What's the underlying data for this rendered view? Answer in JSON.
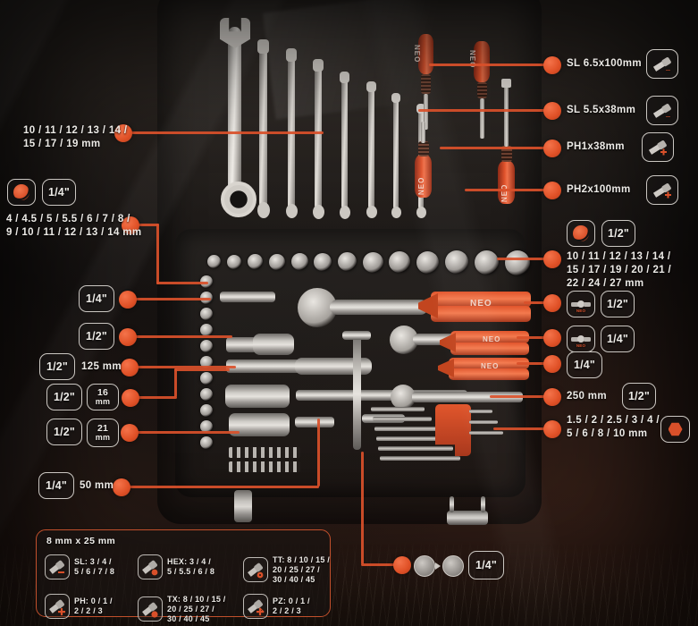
{
  "product": {
    "brand": "NEO",
    "accent_color": "#d9502a",
    "text_color": "#eceae6",
    "background_color": "#171412"
  },
  "callouts_left": [
    {
      "id": "combination-wrenches",
      "text_lines": [
        "10 / 11 / 12 / 13 / 14 /",
        "15 / 17 / 19 mm"
      ],
      "icons": []
    },
    {
      "id": "sockets-quarter-inch",
      "text_lines": [
        "4 / 4.5 / 5 / 5.5 / 6 / 7 / 8 /",
        "9 / 10 / 11 / 12 / 13 / 14 mm"
      ],
      "icons": [
        "socket",
        "1/4\""
      ]
    },
    {
      "id": "ratchet-quarter",
      "text_lines": [],
      "icons": [
        "1/4\""
      ]
    },
    {
      "id": "ratchet-half",
      "text_lines": [],
      "icons": [
        "1/2\""
      ]
    },
    {
      "id": "extension-125",
      "text_lines": [
        "125 mm"
      ],
      "icons": [
        "1/2\""
      ]
    },
    {
      "id": "spark-plug-socket-16",
      "text_lines": [],
      "icons": [
        "1/2\"",
        "16 mm"
      ]
    },
    {
      "id": "spark-plug-socket-21",
      "text_lines": [],
      "icons": [
        "1/2\"",
        "21 mm"
      ]
    },
    {
      "id": "extension-50",
      "text_lines": [
        "50 mm"
      ],
      "icons": [
        "1/4\""
      ]
    }
  ],
  "callouts_right": [
    {
      "id": "screwdriver-sl-65",
      "text": "SL 6.5x100mm",
      "icon": "slotted-screwdriver-icon"
    },
    {
      "id": "screwdriver-sl-55",
      "text": "SL 5.5x38mm",
      "icon": "slotted-screwdriver-icon"
    },
    {
      "id": "screwdriver-ph1",
      "text": "PH1x38mm",
      "icon": "phillips-screwdriver-icon"
    },
    {
      "id": "screwdriver-ph2",
      "text": "PH2x100mm",
      "icon": "phillips-screwdriver-icon"
    }
  ],
  "callouts_right_lower": [
    {
      "id": "sockets-half-inch",
      "text_lines": [
        "10 / 11 / 12 / 13 / 14 /",
        "15 / 17 / 19 / 20 / 21 /",
        "22 / 24 / 27 mm"
      ],
      "icons": [
        "socket",
        "1/2\""
      ]
    },
    {
      "id": "flex-handle-half",
      "text_lines": [],
      "icons": [
        "flex-joint",
        "1/2\""
      ]
    },
    {
      "id": "flex-handle-quarter",
      "text_lines": [],
      "icons": [
        "flex-joint",
        "1/4\""
      ]
    },
    {
      "id": "accessory-quarter",
      "text_lines": [],
      "icons": [
        "1/4\""
      ]
    },
    {
      "id": "extension-250",
      "text_lines": [
        "250 mm"
      ],
      "icons": [
        "1/2\""
      ]
    },
    {
      "id": "hex-key-set",
      "text_lines": [
        "1.5 / 2 / 2.5 / 3 / 4 /",
        "5 / 6 / 8 / 10 mm"
      ],
      "icons": [
        "hex-socket"
      ]
    }
  ],
  "callout_bottom": {
    "id": "adapter-quarter",
    "text": "1/4\"",
    "icons": [
      "adapter-icon",
      "1/4\""
    ]
  },
  "legend": {
    "title": "8 mm x 25 mm",
    "items": [
      {
        "id": "bit-sl",
        "icon": "slotted-bit-icon",
        "lines": [
          "SL: 3 / 4 /",
          "5 / 6 / 7 / 8"
        ]
      },
      {
        "id": "bit-hex",
        "icon": "hex-bit-icon",
        "lines": [
          "HEX: 3 / 4 /",
          "5 / 5.5 / 6 / 8"
        ]
      },
      {
        "id": "bit-tt",
        "icon": "torx-tamper-bit-icon",
        "lines": [
          "TT: 8 / 10 / 15 /",
          "20 / 25 / 27 /",
          "30 / 40 / 45"
        ]
      },
      {
        "id": "bit-ph",
        "icon": "phillips-bit-icon",
        "lines": [
          "PH: 0 / 1 /",
          "2 / 2 / 3"
        ]
      },
      {
        "id": "bit-tx",
        "icon": "torx-bit-icon",
        "lines": [
          "TX: 8 / 10 / 15 /",
          "20 / 25 / 27 /",
          "30 / 40 / 45"
        ]
      },
      {
        "id": "bit-pz",
        "icon": "pozidriv-bit-icon",
        "lines": [
          "PZ: 0 / 1 /",
          "2 / 2 / 3"
        ]
      }
    ]
  }
}
